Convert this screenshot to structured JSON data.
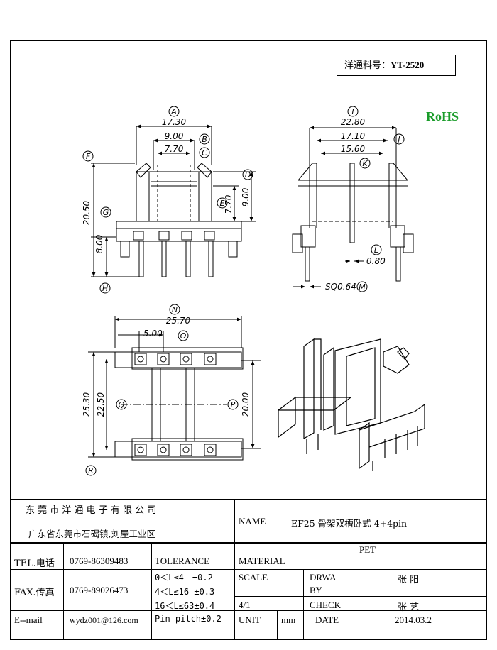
{
  "part_number": {
    "label": "洋通料号：",
    "value": "YT-2520"
  },
  "rohs": "RoHS",
  "color_rohs": "#1a9c2a",
  "dimensions": {
    "front": {
      "A": "17.30",
      "B": "9.00",
      "C": "7.70",
      "E_a": "7.70",
      "E_b": "9.00",
      "F": "20.50",
      "G": "8.00"
    },
    "side": {
      "I": "22.80",
      "J": "17.10",
      "K": "15.60",
      "L": "0.80",
      "M": "SQ0.64"
    },
    "bottom": {
      "N": "25.70",
      "O": "5.00",
      "Q_a": "25.30",
      "Q_b": "22.50",
      "P": "20.00"
    }
  },
  "markers": {
    "front": [
      "A",
      "B",
      "C",
      "D",
      "E",
      "F",
      "G",
      "H"
    ],
    "side": [
      "I",
      "J",
      "K",
      "L",
      "M"
    ],
    "bottom": [
      "N",
      "O",
      "P",
      "Q",
      "R"
    ]
  },
  "title_block": {
    "company": "东 莞 市 洋 通 电 子 有 限 公 司",
    "address": "广东省东莞市石碣镇,刘屋工业区",
    "name_label": "NAME",
    "name_value": "EF25 骨架双槽卧式 4+4pin",
    "tel_label": "TEL.电话",
    "tel_value": "0769-86309483",
    "fax_label": "FAX.传真",
    "fax_value": "0769-89026473",
    "email_label": "E--mail",
    "email_value": "wydz001@126.com",
    "tolerance_label": "TOLERANCE",
    "tolerances": [
      "0＜L≤4　±0.2",
      "4＜L≤16 ±0.3",
      "16＜L≤63±0.4",
      "Pin pitch±0.2"
    ],
    "material_label": "MATERIAL",
    "material_value": "PET",
    "scale_label": "SCALE",
    "scale_value": "4/1",
    "drawn_label_1": "DRWA",
    "drawn_label_2": "BY",
    "drawn_value": "张 阳",
    "check_label": "CHECK",
    "check_value": "张 艺",
    "unit_label": "UNIT",
    "unit_value": "mm",
    "date_label": "DATE",
    "date_value": "2014.03.2"
  }
}
